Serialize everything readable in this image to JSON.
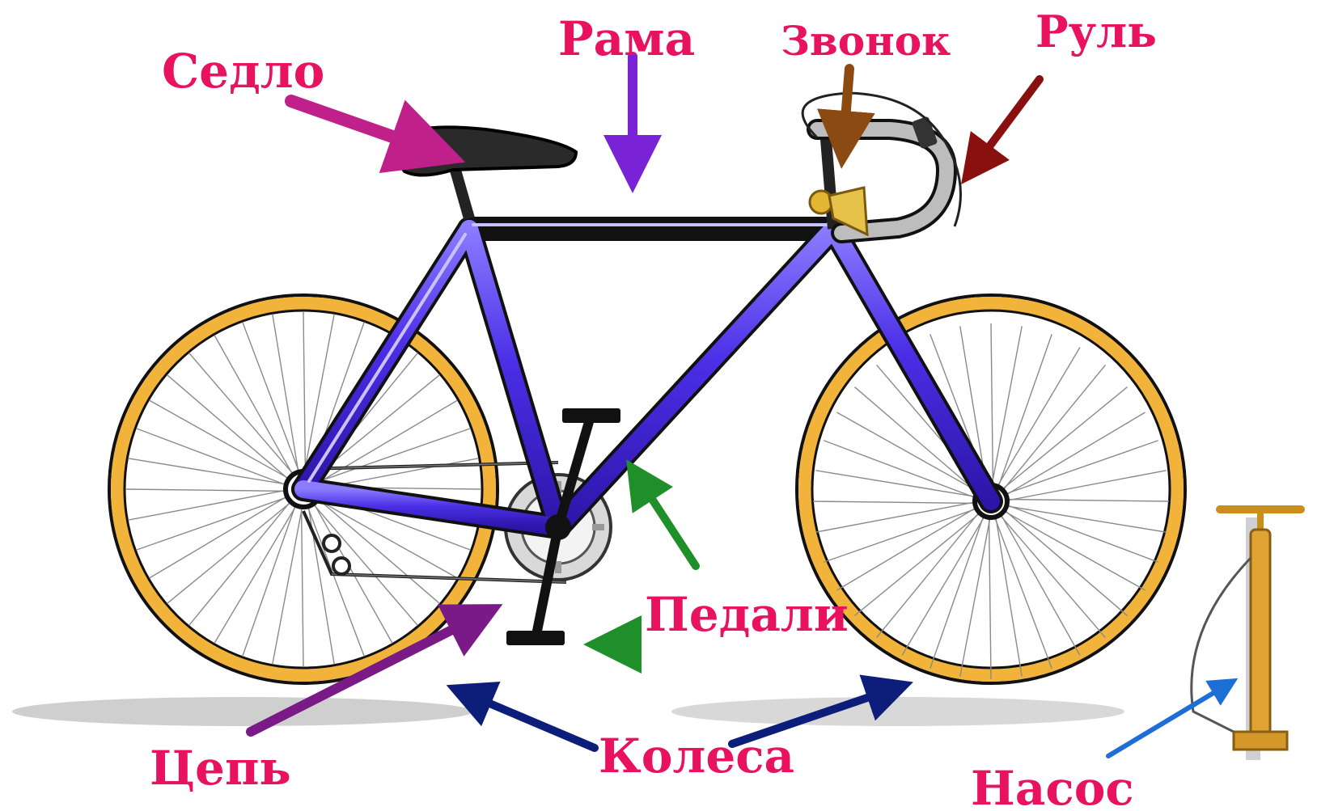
{
  "labels": {
    "saddle": "Седло",
    "frame": "Рама",
    "bell": "Звонок",
    "handlebar": "Руль",
    "pedals": "Педали",
    "chain": "Цепь",
    "wheels": "Колеса",
    "pump": "Насос"
  },
  "colors": {
    "label": "#e8125f",
    "frame": "#4b2ee6",
    "rim": "#f2b33a",
    "arrow_saddle": "#c0208a",
    "arrow_frame": "#7a22d6",
    "arrow_bell": "#8b4a12",
    "arrow_handlebar": "#8a1010",
    "arrow_pedals": "#1f8f2a",
    "arrow_chain": "#7a1a86",
    "arrow_wheels": "#0d1d7a",
    "arrow_pump": "#1d6fd6"
  }
}
